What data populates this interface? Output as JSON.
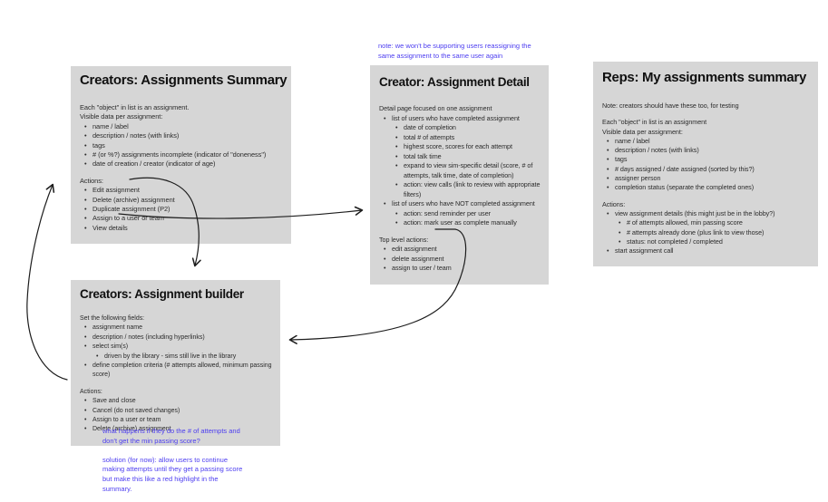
{
  "colors": {
    "note_background": "#d6d6d6",
    "annotation_text": "#4c3df0",
    "arrow_stroke": "#1c1c1c",
    "canvas_background": "#ffffff"
  },
  "boxes": [
    {
      "title": "Creators: Assignments Summary",
      "lines": [
        {
          "t": "p",
          "x": "Each \"object\" in list is an assignment."
        },
        {
          "t": "p",
          "x": "Visible data per assignment:"
        },
        {
          "t": "b",
          "x": "name / label"
        },
        {
          "t": "b",
          "x": "description / notes (with links)"
        },
        {
          "t": "b",
          "x": "tags"
        },
        {
          "t": "b",
          "x": "# (or %?) assignments incomplete (indicator of \"doneness\")"
        },
        {
          "t": "b",
          "x": "date of creation / creator (indicator of age)"
        },
        {
          "t": "gap"
        },
        {
          "t": "p",
          "x": "Actions:"
        },
        {
          "t": "b",
          "x": "Edit assignment"
        },
        {
          "t": "b",
          "x": "Delete (archive) assignment"
        },
        {
          "t": "b",
          "x": "Duplicate assignment (P2)"
        },
        {
          "t": "b",
          "x": "Assign to a user or team"
        },
        {
          "t": "b",
          "x": "View details"
        }
      ]
    },
    {
      "title": "Creator: Assignment Detail",
      "lines": [
        {
          "t": "p",
          "x": "Detail page focused on one assignment"
        },
        {
          "t": "b",
          "x": "list of users who have completed assignment"
        },
        {
          "t": "s",
          "x": "date of completion"
        },
        {
          "t": "s",
          "x": "total # of attempts"
        },
        {
          "t": "s",
          "x": "highest score, scores for each attempt"
        },
        {
          "t": "s",
          "x": "total talk time"
        },
        {
          "t": "s",
          "x": "expand to view sim-specific detail (score, # of attempts, talk time, date of completion)"
        },
        {
          "t": "s",
          "x": "action: view calls (link to review with appropriate filters)"
        },
        {
          "t": "b",
          "x": "list of users who have NOT completed assignment"
        },
        {
          "t": "s",
          "x": "action: send reminder per user"
        },
        {
          "t": "s",
          "x": "action: mark user as complete manually"
        },
        {
          "t": "gap"
        },
        {
          "t": "p",
          "x": "Top level actions:"
        },
        {
          "t": "b",
          "x": "edit assignment"
        },
        {
          "t": "b",
          "x": "delete assignment"
        },
        {
          "t": "b",
          "x": "assign to user / team"
        }
      ]
    },
    {
      "title": "Reps: My assignments summary",
      "lines": [
        {
          "t": "p",
          "x": "Note: creators should have these too, for testing"
        },
        {
          "t": "gap"
        },
        {
          "t": "p",
          "x": "Each \"object\" in list is an assignment"
        },
        {
          "t": "p",
          "x": "Visible data per assignment:"
        },
        {
          "t": "b",
          "x": "name / label"
        },
        {
          "t": "b",
          "x": "description / notes (with links)"
        },
        {
          "t": "b",
          "x": "tags"
        },
        {
          "t": "b",
          "x": "# days assigned / date assigned (sorted by this?)"
        },
        {
          "t": "b",
          "x": "assigner person"
        },
        {
          "t": "b",
          "x": "completion status (separate the completed ones)"
        },
        {
          "t": "gap"
        },
        {
          "t": "p",
          "x": "Actions:"
        },
        {
          "t": "b",
          "x": "view assignment details (this might just be in the lobby?)"
        },
        {
          "t": "s",
          "x": "# of attempts allowed, min passing score"
        },
        {
          "t": "s",
          "x": "# attempts already done (plus link to view those)"
        },
        {
          "t": "s",
          "x": "status: not completed / completed"
        },
        {
          "t": "b",
          "x": "start assignment call"
        }
      ]
    },
    {
      "title": "Creators: Assignment builder",
      "lines": [
        {
          "t": "p",
          "x": "Set the following fields:"
        },
        {
          "t": "b",
          "x": "assignment name"
        },
        {
          "t": "b",
          "x": "description / notes (including hyperlinks)"
        },
        {
          "t": "b",
          "x": "select sim(s)"
        },
        {
          "t": "s",
          "x": "driven by the library - sims still live in the library"
        },
        {
          "t": "b",
          "x": "define completion criteria (# attempts allowed, minimum passing score)"
        },
        {
          "t": "gap"
        },
        {
          "t": "p",
          "x": "Actions:"
        },
        {
          "t": "b",
          "x": "Save and close"
        },
        {
          "t": "b",
          "x": "Cancel (do not saved changes)"
        },
        {
          "t": "b",
          "x": "Assign to a user or team"
        },
        {
          "t": "b",
          "x": "Delete (archive) assignment"
        }
      ]
    }
  ],
  "annotations": {
    "top": "note: we won't be supporting users reassigning the\nsame assignment to the same user again",
    "bottom": "what happens if they do the # of attempts and\ndon't get the min passing score?\n\nsolution (for now): allow users to continue\nmaking attempts until they get a passing score\nbut make this like a red highlight in the\nsummary."
  },
  "connectors": [
    {
      "from": "Creators: Assignments Summary - Edit assignment",
      "to": "Creators: Assignment builder"
    },
    {
      "from": "Creators: Assignments Summary - View details",
      "to": "Creator: Assignment Detail"
    },
    {
      "from": "Creator: Assignment Detail - edit assignment",
      "to": "Creators: Assignment builder"
    },
    {
      "from": "Creators: Assignment builder - Save and close",
      "to": "Creators: Assignments Summary"
    }
  ]
}
